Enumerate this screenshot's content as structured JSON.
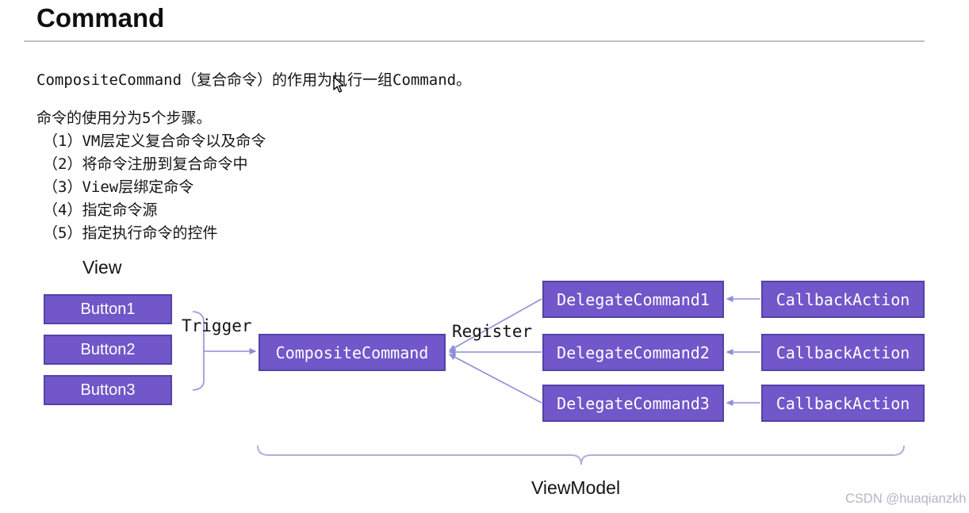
{
  "page": {
    "title": "Command",
    "intro": "CompositeCommand（复合命令）的作用为执行一组Command。",
    "steps_heading": "命令的使用分为5个步骤。",
    "steps": [
      "（1）VM层定义复合命令以及命令",
      "（2）将命令注册到复合命令中",
      "（3）View层绑定命令",
      "（4）指定命令源",
      "（5）指定执行命令的控件"
    ]
  },
  "diagram": {
    "view_label": "View",
    "viewmodel_label": "ViewModel",
    "trigger_label": "Trigger",
    "register_label": "Register",
    "buttons": [
      "Button1",
      "Button2",
      "Button3"
    ],
    "composite_command": "CompositeCommand",
    "delegate_commands": [
      "DelegateCommand1",
      "DelegateCommand2",
      "DelegateCommand3"
    ],
    "callback_actions": [
      "CallbackAction",
      "CallbackAction",
      "CallbackAction"
    ],
    "colors": {
      "box_fill": "#7157c9",
      "box_border": "#5342a8",
      "arrow": "#8f8fd6",
      "brace": "#b4abdd"
    }
  },
  "watermark": "CSDN @huaqianzkh"
}
